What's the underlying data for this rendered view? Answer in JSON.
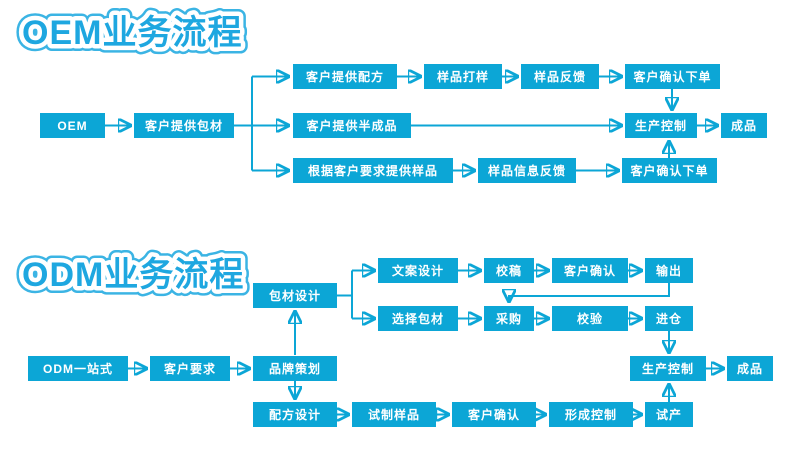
{
  "colors": {
    "node_fill": "#0ca6d6",
    "node_text": "#ffffff",
    "arrow": "#0ca6d6",
    "title_fill": "#1ea7e0",
    "title_outline": "#3bb4e4",
    "background": "#ffffff"
  },
  "oem": {
    "title": "OEM业务流程",
    "nodes": [
      {
        "label": "OEM"
      },
      {
        "label": "客户提供包材"
      },
      {
        "label": "客户提供配方"
      },
      {
        "label": "样品打样"
      },
      {
        "label": "样品反馈"
      },
      {
        "label": "客户确认下单"
      },
      {
        "label": "客户提供半成品"
      },
      {
        "label": "生产控制"
      },
      {
        "label": "成品"
      },
      {
        "label": "根据客户要求提供样品"
      },
      {
        "label": "样品信息反馈"
      },
      {
        "label": "客户确认下单"
      }
    ]
  },
  "odm": {
    "title": "ODM业务流程",
    "nodes": [
      {
        "label": "ODM一站式"
      },
      {
        "label": "客户要求"
      },
      {
        "label": "品牌策划"
      },
      {
        "label": "包材设计"
      },
      {
        "label": "文案设计"
      },
      {
        "label": "校稿"
      },
      {
        "label": "客户确认"
      },
      {
        "label": "输出"
      },
      {
        "label": "选择包材"
      },
      {
        "label": "采购"
      },
      {
        "label": "校验"
      },
      {
        "label": "进仓"
      },
      {
        "label": "生产控制"
      },
      {
        "label": "成品"
      },
      {
        "label": "配方设计"
      },
      {
        "label": "试制样品"
      },
      {
        "label": "客户确认"
      },
      {
        "label": "形成控制"
      },
      {
        "label": "试产"
      }
    ]
  }
}
